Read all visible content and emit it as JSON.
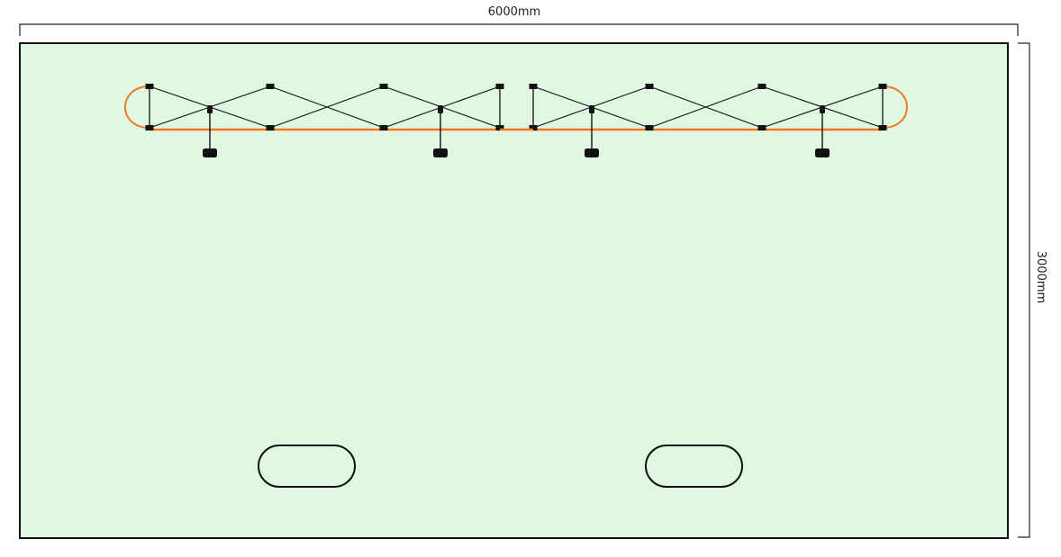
{
  "dimensions": {
    "width_label": "6000mm",
    "height_label": "3000mm"
  },
  "colors": {
    "floor_fill": "#e0f8e2",
    "outline": "#111111",
    "curve": "#ee7a22",
    "node": "#111111"
  },
  "frames": [
    {
      "name": "frame-left"
    },
    {
      "name": "frame-right"
    }
  ],
  "counters": [
    {
      "name": "counter-left"
    },
    {
      "name": "counter-right"
    }
  ]
}
